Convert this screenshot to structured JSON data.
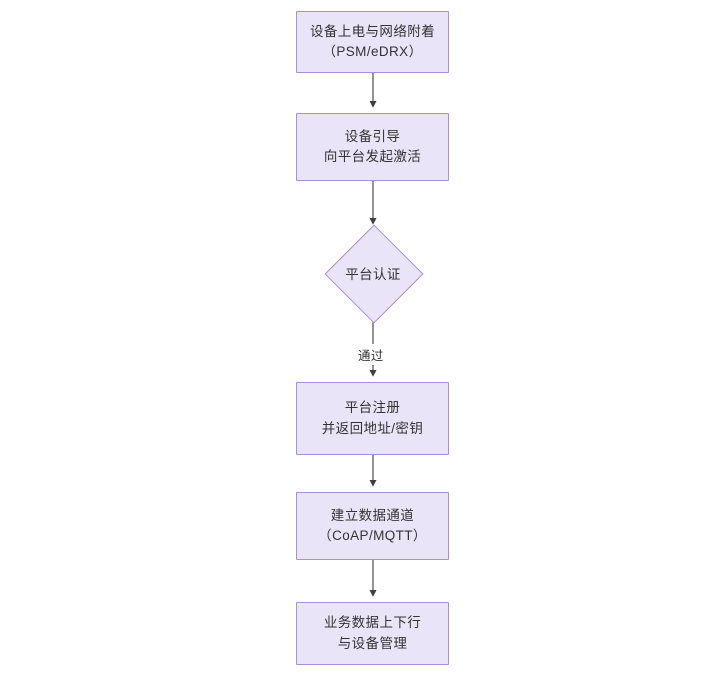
{
  "diagram": {
    "type": "flowchart",
    "orientation": "top-to-bottom",
    "background_color": "#ffffff",
    "node_fill_color": "#e9e4f8",
    "node_border_color": "#ab8fd6",
    "edge_color": "#4d4d4d",
    "text_color": "#333333",
    "nodes": [
      {
        "id": "n1",
        "shape": "rectangle",
        "line1": "设备上电与网络附着",
        "line2": "（PSM/eDRX）",
        "text": "设备上电与网络附着\n（PSM/eDRX）"
      },
      {
        "id": "n2",
        "shape": "rectangle",
        "line1": "设备引导",
        "line2": "向平台发起激活",
        "text": "设备引导\n向平台发起激活"
      },
      {
        "id": "n3",
        "shape": "diamond",
        "line1": "平台认证",
        "line2": "",
        "text": "平台认证"
      },
      {
        "id": "n4",
        "shape": "rectangle",
        "line1": "平台注册",
        "line2": "并返回地址/密钥",
        "text": "平台注册\n并返回地址/密钥"
      },
      {
        "id": "n5",
        "shape": "rectangle",
        "line1": "建立数据通道",
        "line2": "（CoAP/MQTT）",
        "text": "建立数据通道\n（CoAP/MQTT）"
      },
      {
        "id": "n6",
        "shape": "rectangle",
        "line1": "业务数据上下行",
        "line2": "与设备管理",
        "text": "业务数据上下行\n与设备管理"
      }
    ],
    "edges": [
      {
        "id": "e1",
        "from": "n1",
        "to": "n2",
        "label": ""
      },
      {
        "id": "e2",
        "from": "n2",
        "to": "n3",
        "label": ""
      },
      {
        "id": "e3",
        "from": "n3",
        "to": "n4",
        "label": "通过"
      },
      {
        "id": "e4",
        "from": "n4",
        "to": "n5",
        "label": ""
      },
      {
        "id": "e5",
        "from": "n5",
        "to": "n6",
        "label": ""
      }
    ]
  }
}
